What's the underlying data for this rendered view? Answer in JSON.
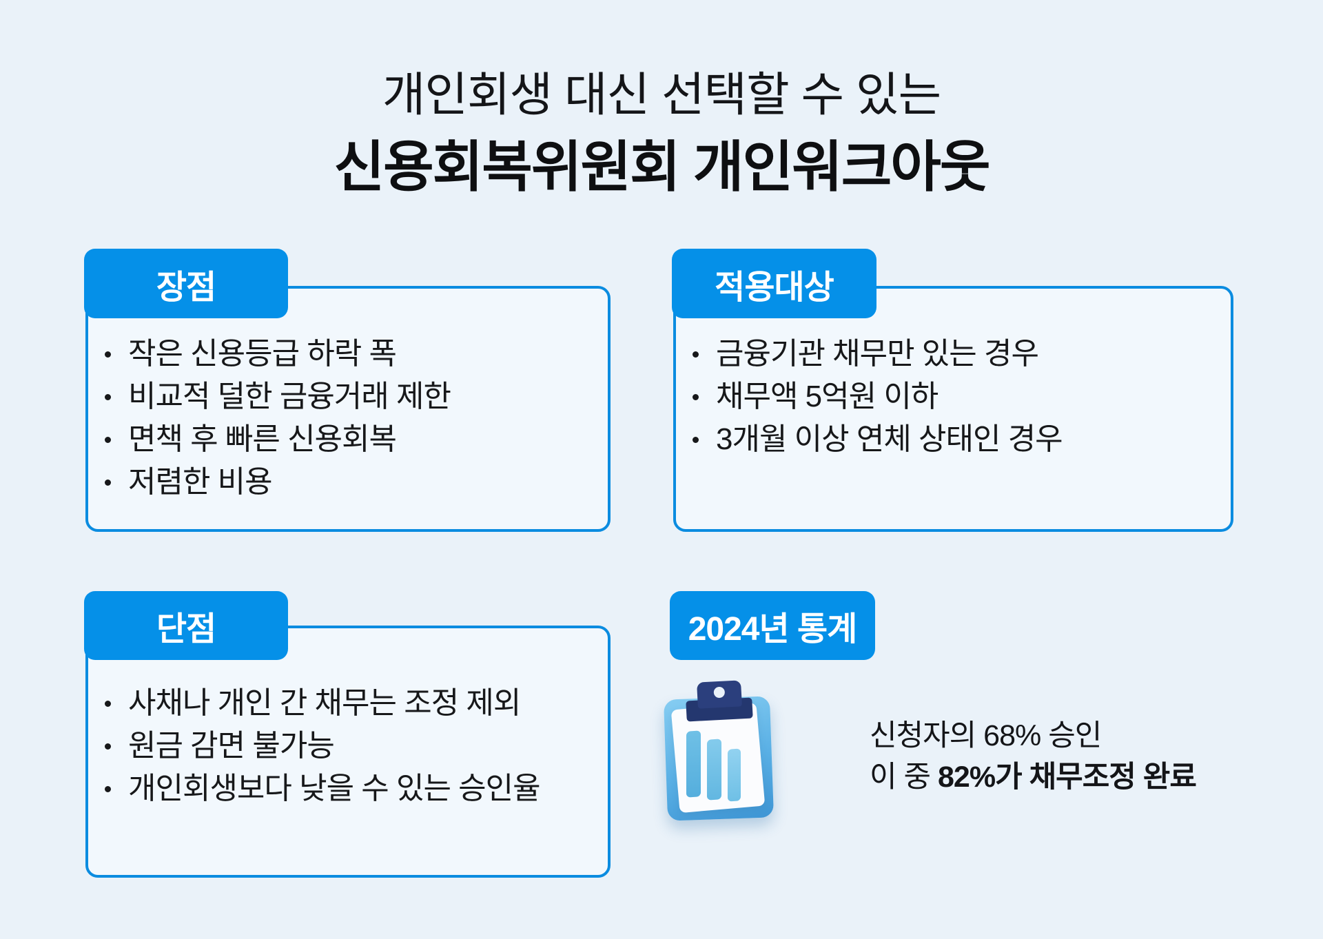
{
  "page": {
    "title_line1": "개인회생 대신 선택할 수 있는",
    "title_line2": "신용회복위원회 개인워크아웃",
    "colors": {
      "background": "#EAF2F9",
      "accent_blue": "#0590E8",
      "box_border_blue": "#0B8CE0",
      "box_fill": "#F2F8FD",
      "text_dark": "#17181a",
      "clip_navy": "#2B3F7D",
      "clipboard_blue": "#5AB0E5"
    }
  },
  "sections": {
    "advantages": {
      "tab": "장점",
      "items": [
        "작은 신용등급 하락 폭",
        "비교적 덜한 금융거래 제한",
        "면책 후 빠른 신용회복",
        "저렴한 비용"
      ]
    },
    "targets": {
      "tab": "적용대상",
      "items": [
        "금융기관 채무만 있는 경우",
        "채무액 5억원 이하",
        "3개월 이상 연체 상태인 경우"
      ]
    },
    "disadvantages": {
      "tab": "단점",
      "items": [
        "사채나 개인 간 채무는 조정 제외",
        "원금 감면 불가능",
        "개인회생보다 낮을 수 있는 승인율"
      ]
    },
    "stats": {
      "tab": "2024년 통계",
      "icon": "clipboard-bar-chart-icon",
      "approval_percent": 68,
      "completion_percent": 82,
      "line1": "신청자의 68% 승인",
      "line2_prefix": "이 중 ",
      "line2_bold": "82%가 채무조정 완료"
    }
  }
}
